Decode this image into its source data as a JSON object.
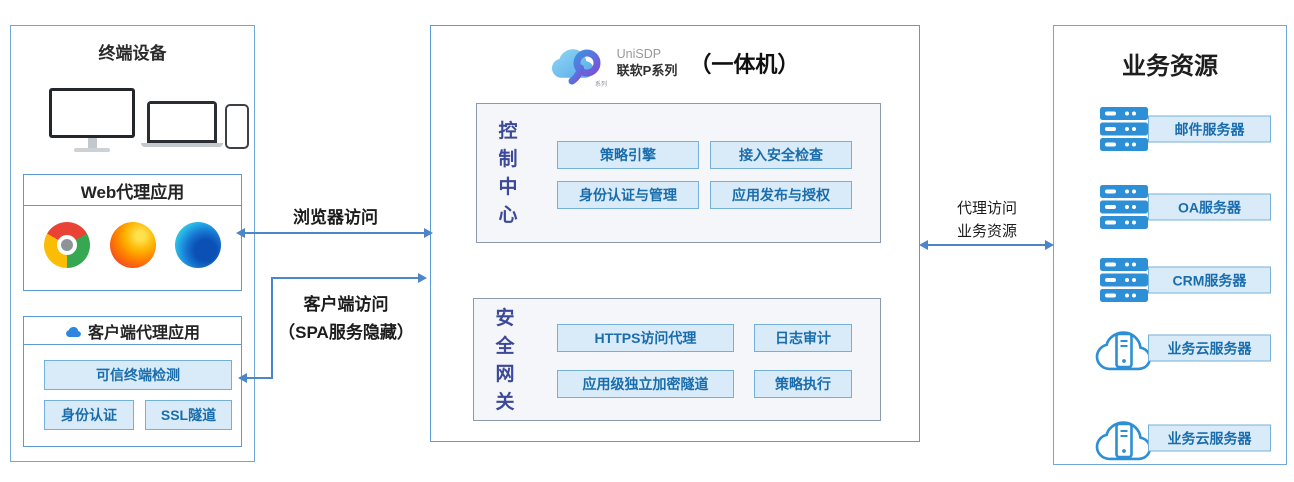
{
  "left_panel": {
    "title": "终端设备",
    "device_icons": [
      "desktop-monitor",
      "laptop",
      "smartphone"
    ],
    "web_proxy": {
      "title": "Web代理应用",
      "browser_icons": [
        "chrome",
        "firefox",
        "edge"
      ]
    },
    "client_proxy": {
      "title": "客户端代理应用",
      "icon": "blue-cloud",
      "items": [
        "可信终端检测",
        "身份认证",
        "SSL隧道"
      ]
    }
  },
  "center_panel": {
    "logo": {
      "icon": "unisdp-cloud-logo",
      "product": "UniSDP",
      "series": "联软P系列",
      "series_mini": "系列",
      "suffix": "（一体机）"
    },
    "control_center": {
      "title": "控制中心",
      "items": [
        "策略引擎",
        "接入安全检查",
        "身份认证与管理",
        "应用发布与授权"
      ]
    },
    "security_gateway": {
      "title": "安全网关",
      "items": [
        "HTTPS访问代理",
        "日志审计",
        "应用级独立加密隧道",
        "策略执行"
      ]
    }
  },
  "right_panel": {
    "title": "业务资源",
    "resources": [
      {
        "icon": "rack-server",
        "label": "邮件服务器"
      },
      {
        "icon": "rack-server",
        "label": "OA服务器"
      },
      {
        "icon": "rack-server",
        "label": "CRM服务器"
      },
      {
        "icon": "cloud-server",
        "label": "业务云服务器"
      },
      {
        "icon": "cloud-server",
        "label": "业务云服务器"
      }
    ]
  },
  "connections": {
    "browser_access": {
      "label": "浏览器访问",
      "style": "double-headed-arrow"
    },
    "client_access": {
      "label_line1": "客户端访问",
      "label_line2": "（SPA服务隐藏）",
      "style": "double-headed-elbow-arrow"
    },
    "proxy_access": {
      "label_line1": "代理访问",
      "label_line2": "业务资源",
      "style": "double-headed-arrow"
    },
    "control_gateway_link": {
      "style": "dashed-double-headed-arrow"
    }
  },
  "colors": {
    "panel_border": "#6ea7d8",
    "box_border": "#5b9bd5",
    "chip_fill": "#d9ebf8",
    "chip_border": "#74b0d8",
    "chip_text": "#1a6dad",
    "vertical_title_text": "#3c4899",
    "arrow": "#4a86c8",
    "dashed_arrow": "#4472c4",
    "server_icon": "#2d8fd5",
    "inner_box_fill": "#f4f6f9",
    "inner_box_border": "#8c9aac"
  }
}
